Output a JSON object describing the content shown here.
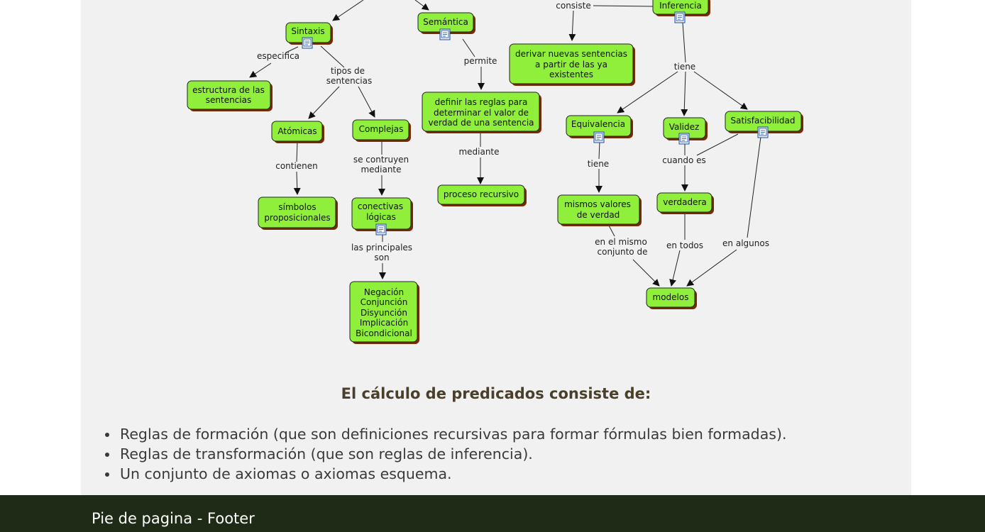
{
  "concept_map": {
    "nodes": {
      "sintaxis": "Sintaxis",
      "semantica": "Semántica",
      "inferencia": "Inferencia",
      "derivar": [
        "derivar nuevas sentencias",
        "a partir de las ya",
        "existentes"
      ],
      "estructura": [
        "estructura de las",
        "sentencias"
      ],
      "definir": [
        "definir las reglas para",
        "determinar el valor de",
        "verdad de una sentencia"
      ],
      "atomicas": "Atómicas",
      "complejas": "Complejas",
      "equivalencia": "Equivalencia",
      "validez": "Validez",
      "satisfacibilidad": "Satisfacibilidad",
      "simbolos": [
        "símbolos",
        "proposicionales"
      ],
      "conectivas": [
        "conectivas",
        "lógicas"
      ],
      "proceso": "proceso recursivo",
      "mismos": [
        "mismos valores",
        "de verdad"
      ],
      "verdadera": "verdadera",
      "modelos": "modelos",
      "operadores": [
        "Negación",
        "Conjunción",
        "Disyunción",
        "Implicación",
        "Bicondicional"
      ]
    },
    "links": {
      "consiste": "consiste",
      "especifica": "especifica",
      "tipos": [
        "tipos de",
        "sentencias"
      ],
      "permite": "permite",
      "tiene_inferencia": "tiene",
      "contienen": "contienen",
      "se_construyen": [
        "se contruyen",
        "mediante"
      ],
      "mediante": "mediante",
      "tiene_equivalencia": "tiene",
      "cuando_es": "cuando es",
      "principales": [
        "las principales",
        "son"
      ],
      "mismo_conjunto": [
        "en el mismo",
        "conjunto de"
      ],
      "en_todos": "en todos",
      "en_algunos": "en algunos"
    }
  },
  "section": {
    "heading": "El cálculo de predicados consiste de:",
    "items": [
      "Reglas de formación (que son definiciones recursivas para formar fórmulas bien formadas).",
      "Reglas de transformación (que son reglas de inferencia).",
      "Un conjunto de axiomas o axiomas esquema."
    ]
  },
  "footer": {
    "text": "Pie de pagina - Footer"
  },
  "colors": {
    "node_fill": "#8fef3a",
    "node_shadow": "#7a2a00",
    "content_bg": "#f1f1f1",
    "footer_bg": "#1f2b16"
  },
  "icons": {
    "resource_icon": "document-icon"
  }
}
